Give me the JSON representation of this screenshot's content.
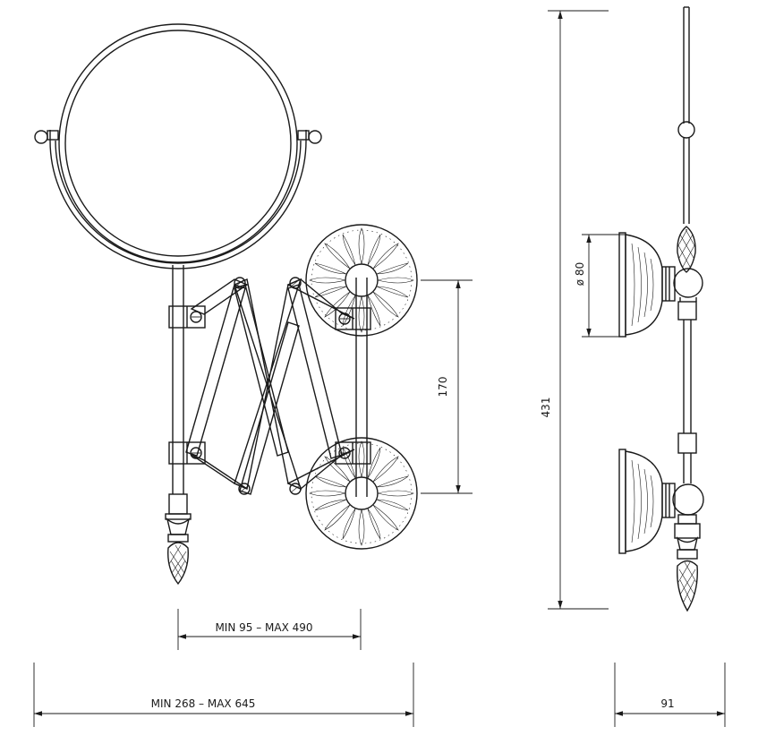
{
  "dimensions": {
    "extension_inner": "MIN 95   –   MAX 490",
    "extension_total": "MIN 268   –   MAX 645",
    "plate_spacing": "170",
    "overall_height": "431",
    "plate_diameter": "ø 80",
    "depth": "91"
  }
}
